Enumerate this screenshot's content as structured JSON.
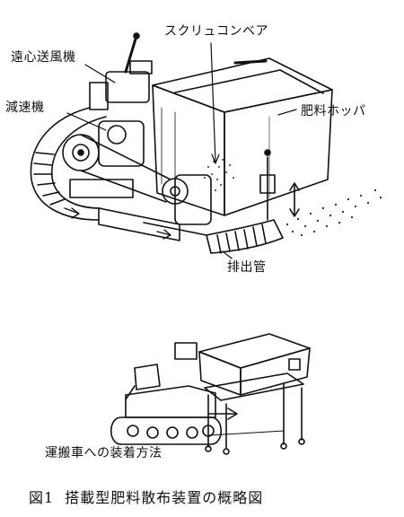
{
  "labels": {
    "screw_conveyor": "スクリュコンベア",
    "centrifugal_blower": "遠心送風機",
    "hopper": "肥料ホッパ",
    "reducer": "減速機",
    "discharge_pipe": "排出管",
    "mounting_method": "運搬車への装着方法"
  },
  "caption": {
    "number": "図1",
    "title": "搭載型肥料散布装置の概略図"
  }
}
